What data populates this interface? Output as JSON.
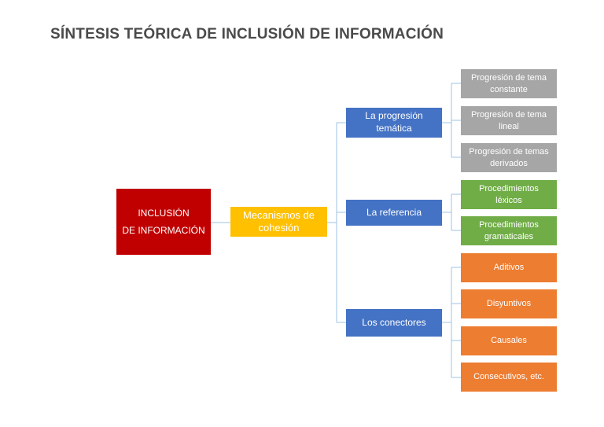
{
  "title": "SÍNTESIS TEÓRICA DE INCLUSIÓN DE INFORMACIÓN",
  "colors": {
    "root": "#c00000",
    "mechanism": "#ffc000",
    "branch": "#4472c4",
    "tematica_children": "#a6a6a6",
    "referencia_children": "#70ad47",
    "conectores_children": "#ed7d31",
    "connector": "#9dc3e6"
  },
  "root": {
    "label": "INCLUSIÓN\nDE INFORMACIÓN"
  },
  "mechanism": {
    "label": "Mecanismos de\ncohesión"
  },
  "branches": [
    {
      "label": "La progresión\ntemática",
      "children": [
        "Progresión de tema\nconstante",
        "Progresión de tema\nlineal",
        "Progresión de temas\nderivados"
      ]
    },
    {
      "label": "La referencia",
      "children": [
        "Procedimientos\nléxicos",
        "Procedimientos\ngramaticales"
      ]
    },
    {
      "label": "Los conectores",
      "children": [
        "Aditivos",
        "Disyuntivos",
        "Causales",
        "Consecutivos, etc."
      ]
    }
  ]
}
